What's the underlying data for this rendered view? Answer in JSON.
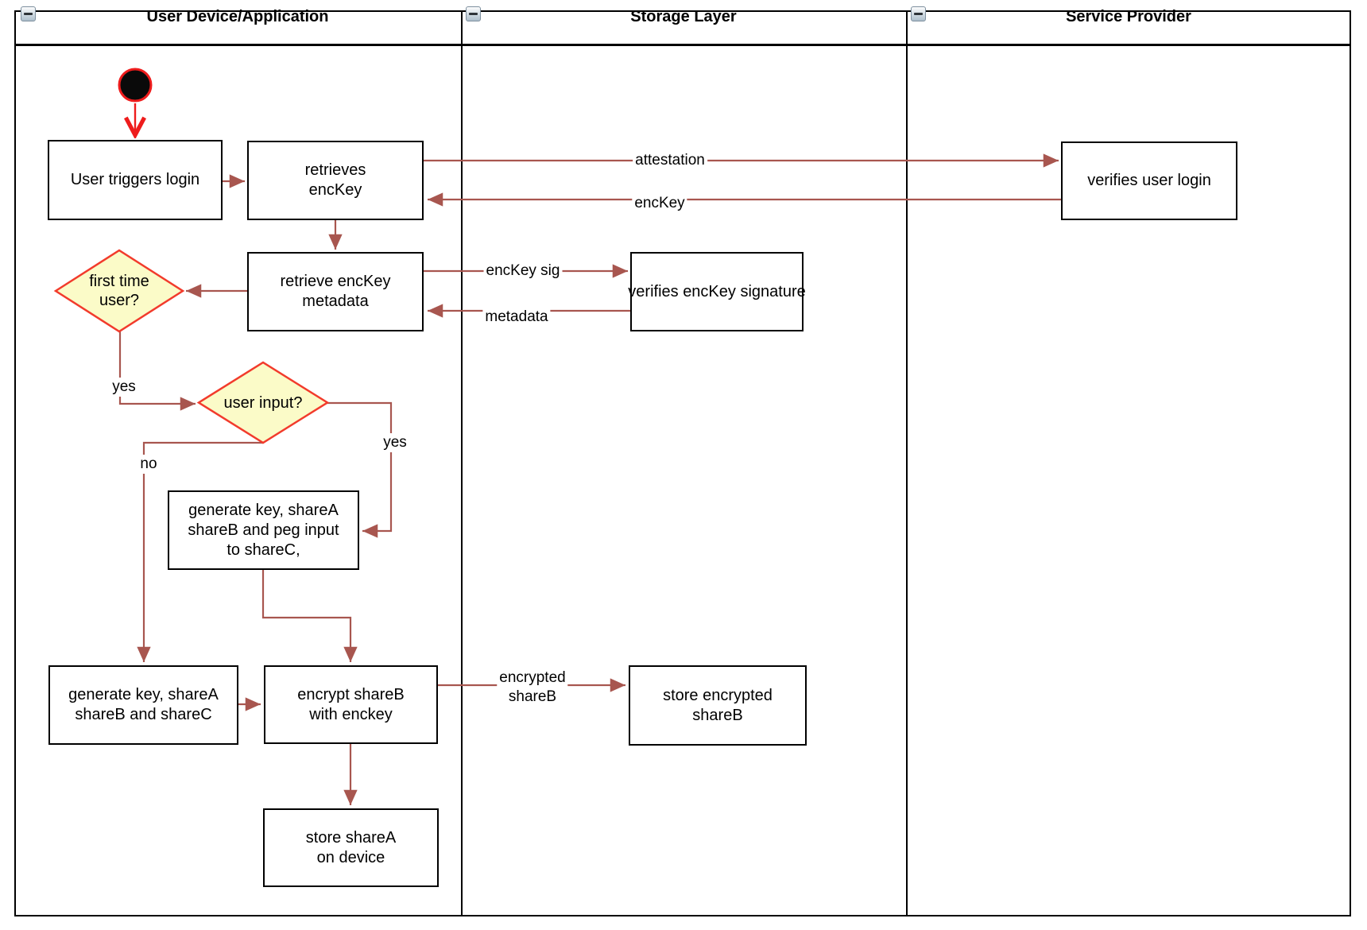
{
  "colors": {
    "arrow": "#a8564f",
    "start-arrow": "#ee1c1c",
    "decision-fill": "#fbfbc8",
    "decision-border": "#f23b2c",
    "node-border": "#000000",
    "node-fill": "#ffffff",
    "lane-border": "#000000"
  },
  "lanes": [
    {
      "title": "User Device/Application"
    },
    {
      "title": "Storage Layer"
    },
    {
      "title": "Service Provider"
    }
  ],
  "nodes": {
    "user_triggers_login": "User triggers login",
    "retrieves_enckey": "retrieves\nencKey",
    "verifies_user_login": "verifies user login",
    "retrieve_enckey_metadata": "retrieve encKey\nmetadata",
    "verifies_enckey_signature": "verifies encKey signature",
    "generate_key_peg_input": "generate key, shareA\nshareB and peg input\nto shareC,",
    "generate_key_sharec": "generate key, shareA\nshareB and shareC",
    "encrypt_shareb": "encrypt shareB\nwith enckey",
    "store_encrypted_shareb": "store encrypted\nshareB",
    "store_sharea": "store shareA\non device"
  },
  "decisions": {
    "first_time_user": "first time\nuser?",
    "user_input": "user input?"
  },
  "edge_labels": {
    "attestation": "attestation",
    "enckey": "encKey",
    "enckey_sig": "encKey sig",
    "metadata": "metadata",
    "first_time_yes": "yes",
    "user_input_yes": "yes",
    "user_input_no": "no",
    "encrypted_shareb": "encrypted\nshareB"
  }
}
